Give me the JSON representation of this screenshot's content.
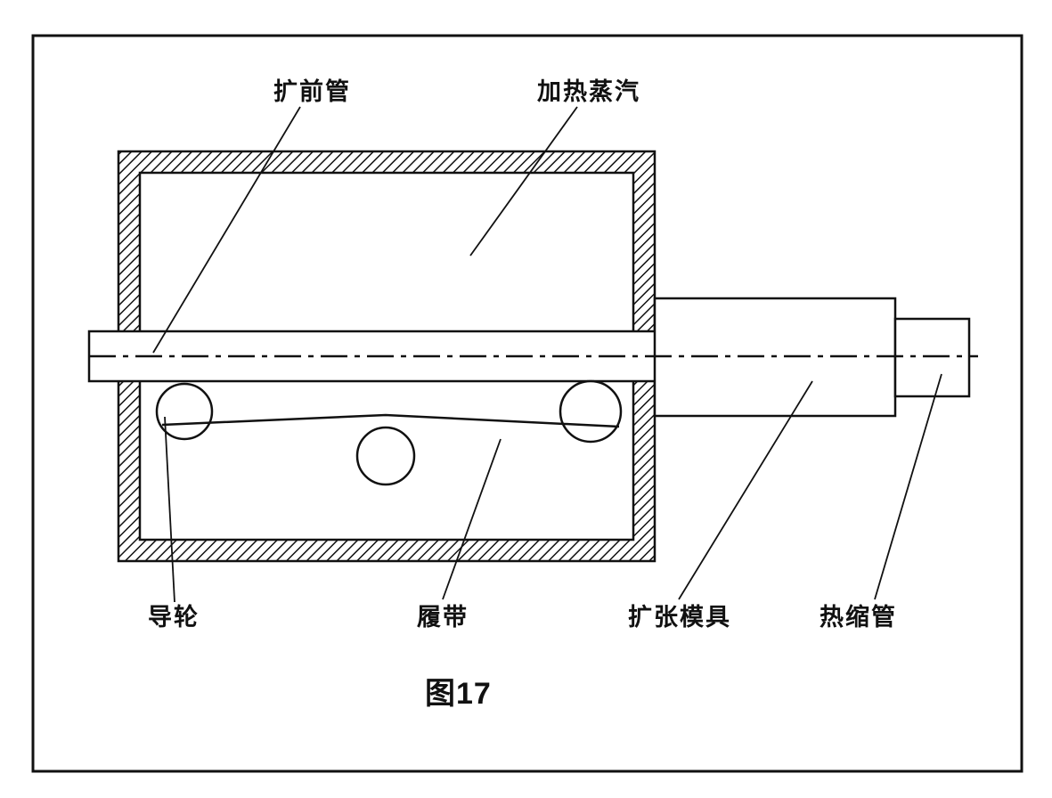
{
  "figure": {
    "caption": "图17",
    "labels": {
      "pre_expansion_tube": "扩前管",
      "heating_steam": "加热蒸汽",
      "guide_wheel": "导轮",
      "track_belt": "履带",
      "expansion_die": "扩张模具",
      "heat_shrink_tube": "热缩管"
    },
    "colors": {
      "line": "#111111",
      "background": "#ffffff"
    }
  }
}
